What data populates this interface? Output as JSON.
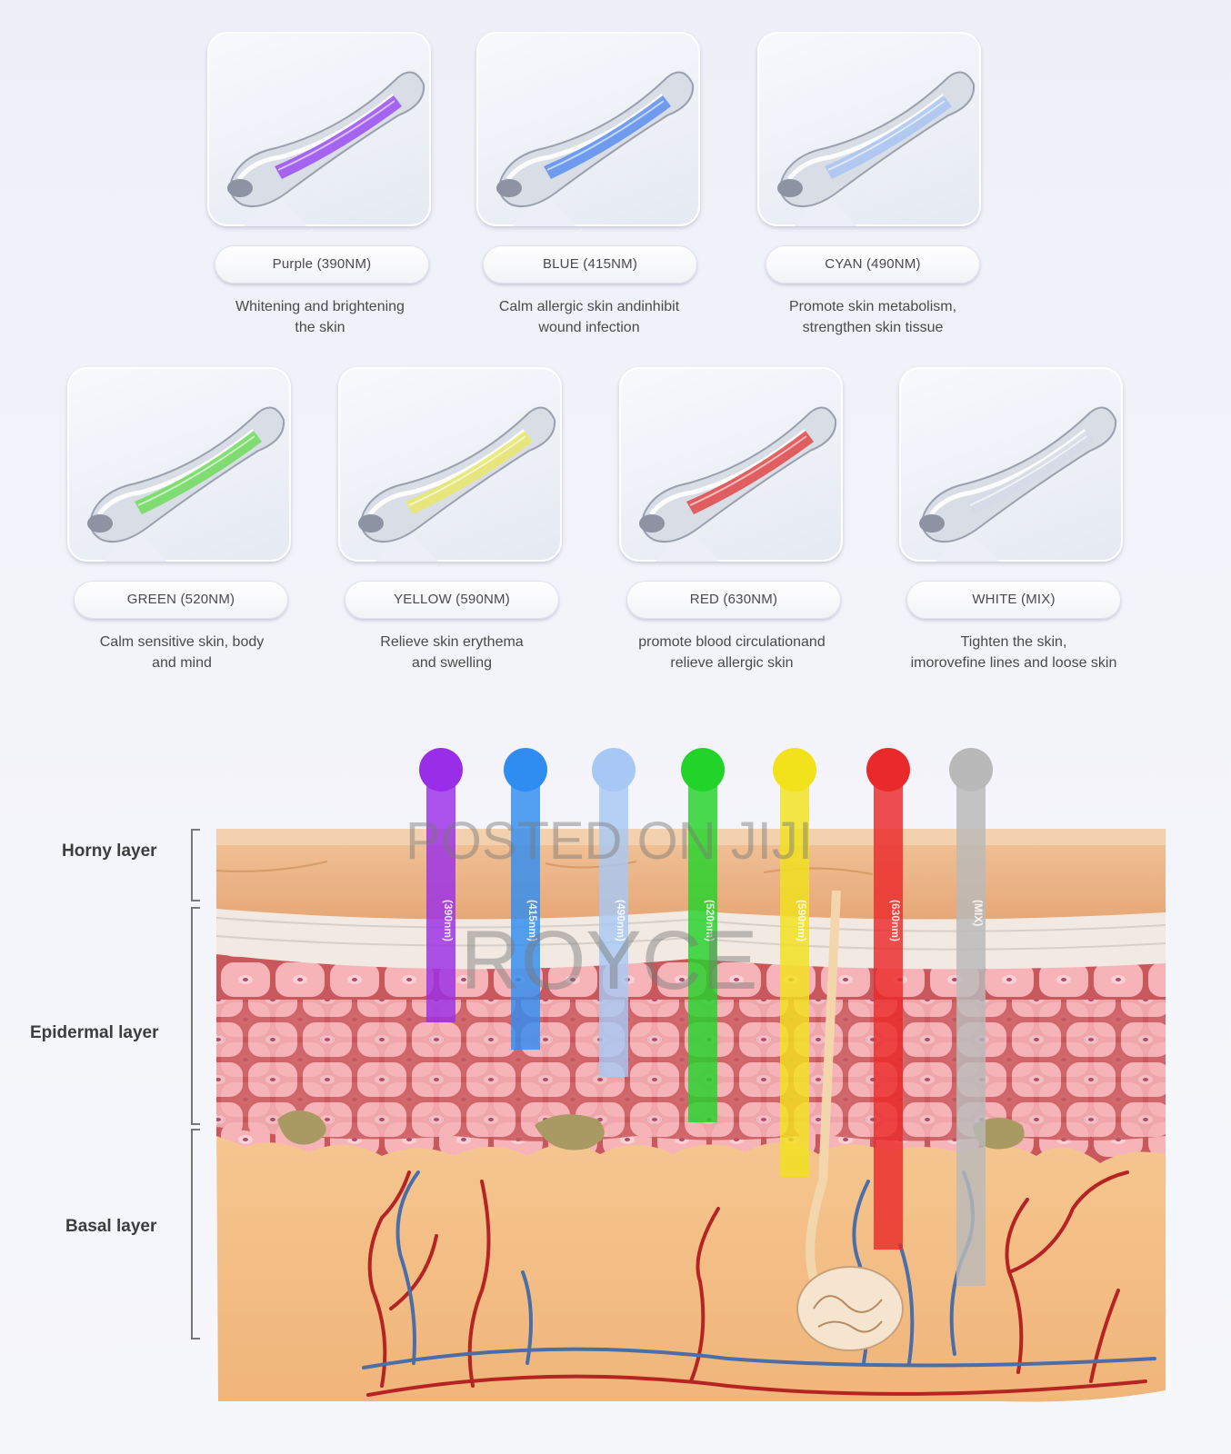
{
  "lights": [
    {
      "label": "Purple (390NM)",
      "desc1": "Whitening and brightening",
      "desc2": "the skin",
      "color": "#9b4ff0"
    },
    {
      "label": "BLUE (415NM)",
      "desc1": "Calm allergic skin andinhibit",
      "desc2": "wound infection",
      "color": "#5a8fef"
    },
    {
      "label": "CYAN (490NM)",
      "desc1": "Promote skin metabolism,",
      "desc2": "strengthen skin tissue",
      "color": "#a9c4f2"
    },
    {
      "label": "GREEN (520NM)",
      "desc1": "Calm sensitive skin, body",
      "desc2": "and mind",
      "color": "#6fdc5a"
    },
    {
      "label": "YELLOW (590NM)",
      "desc1": "Relieve skin erythema",
      "desc2": "and swelling",
      "color": "#e9e86a"
    },
    {
      "label": "RED (630NM)",
      "desc1": "promote blood circulationand",
      "desc2": "relieve allergic skin",
      "color": "#e04848"
    },
    {
      "label": "WHITE (MIX)",
      "desc1": "Tighten the skin,",
      "desc2": "imorovefine lines and loose skin",
      "color": "#d6dbe6"
    }
  ],
  "layers": {
    "horny": "Horny layer",
    "epidermal": "Epidermal layer",
    "basal": "Basal layer"
  },
  "beams": [
    {
      "color": "#9a2ee8",
      "text": "(390nm)"
    },
    {
      "color": "#2f8cf0",
      "text": "(415nm)"
    },
    {
      "color": "#a7c8f4",
      "text": "(490nm)"
    },
    {
      "color": "#22d32a",
      "text": "(520nm)"
    },
    {
      "color": "#f2e21c",
      "text": "(590nm)"
    },
    {
      "color": "#ea2a2a",
      "text": "(630nm)"
    },
    {
      "color": "#b9b9b9",
      "text": "(MIX)"
    }
  ],
  "watermark": {
    "line1": "POSTED ON JIJI",
    "line2": "ROYCE"
  }
}
